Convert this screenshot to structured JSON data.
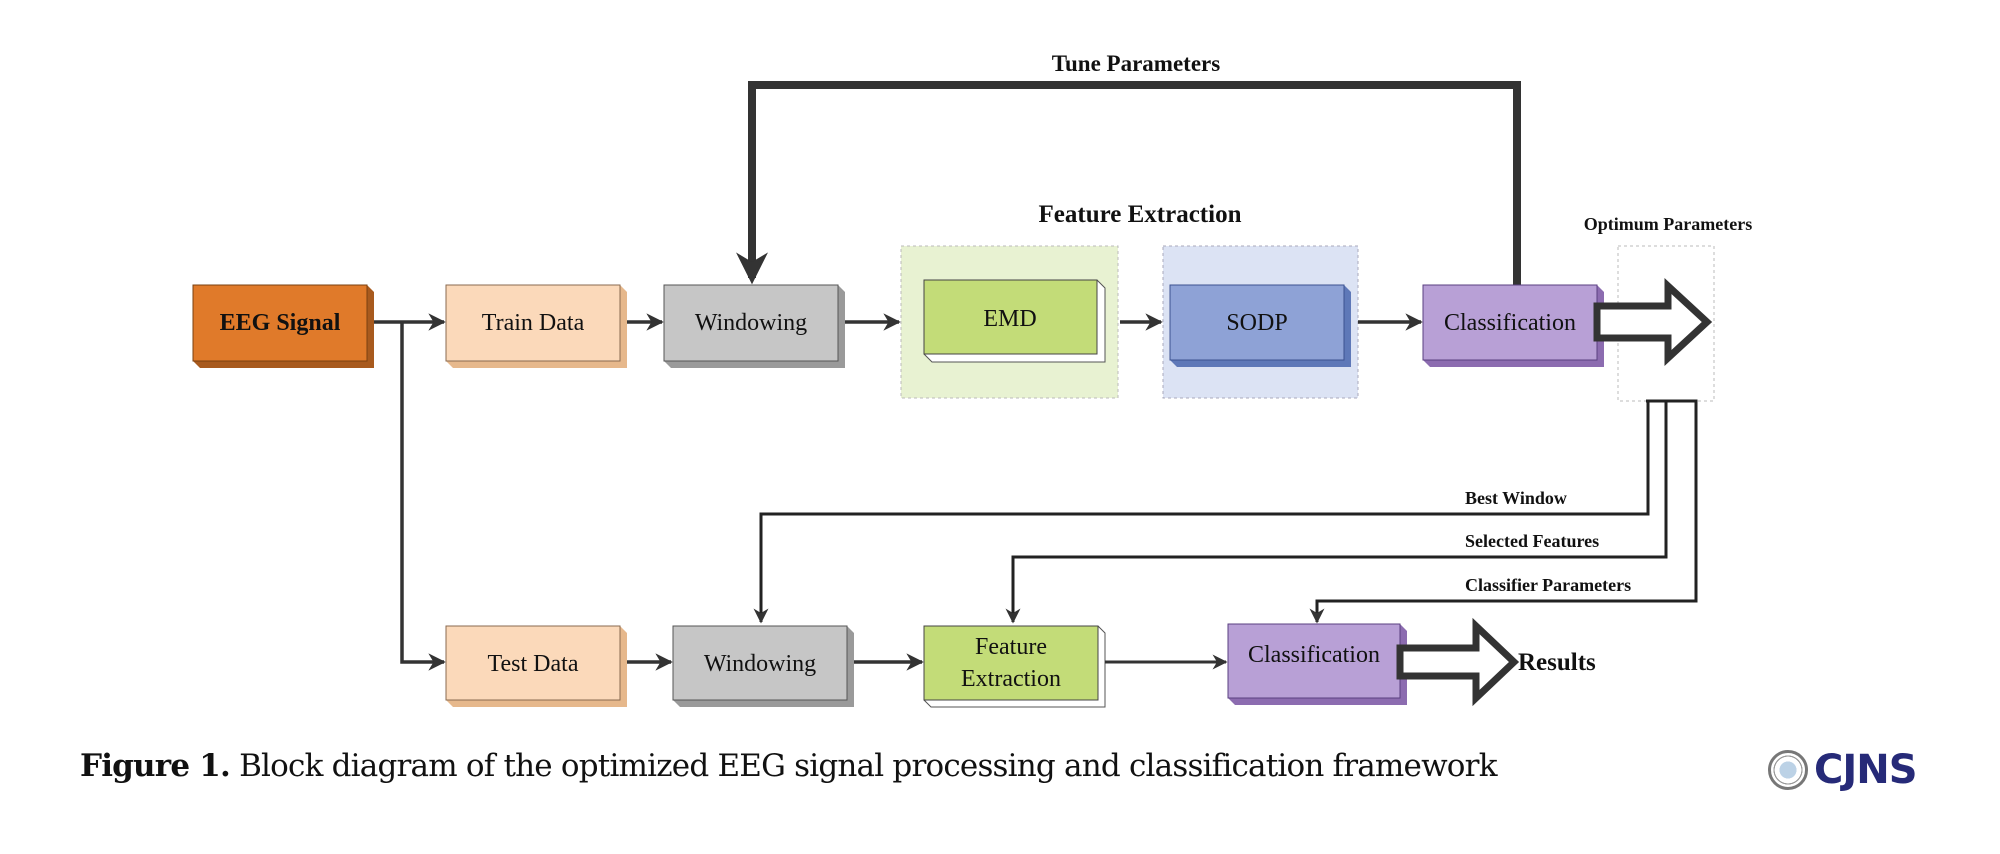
{
  "figure": {
    "caption_label": "Figure 1.",
    "caption_text": " Block diagram of the optimized EEG signal processing and classification framework",
    "logo_text": "CJNS"
  },
  "colors": {
    "eeg": "#E07A2A",
    "train_test": "#FBD9BA",
    "windowing": "#C6C6C6",
    "emd": "#C3DC78",
    "emd_container": "#E8F2D2",
    "sodp": "#8EA2D6",
    "sodp_container": "#DCE3F4",
    "classification": "#B8A0D6",
    "arrow": "#333333",
    "logo": "#262A78"
  },
  "labels": {
    "tune_parameters": "Tune Parameters",
    "feature_extraction_title": "Feature Extraction",
    "optimum_parameters": "Optimum Parameters",
    "best_window": "Best Window",
    "selected_features": "Selected Features",
    "classifier_parameters": "Classifier Parameters",
    "results": "Results"
  },
  "blocks": {
    "eeg_signal": "EEG Signal",
    "train_data": "Train Data",
    "windowing_train": "Windowing",
    "emd": "EMD",
    "sodp": "SODP",
    "classification_train": "Classification",
    "test_data": "Test Data",
    "windowing_test": "Windowing",
    "feature_extraction_line1": "Feature",
    "feature_extraction_line2": "Extraction",
    "classification_test": "Classification"
  }
}
